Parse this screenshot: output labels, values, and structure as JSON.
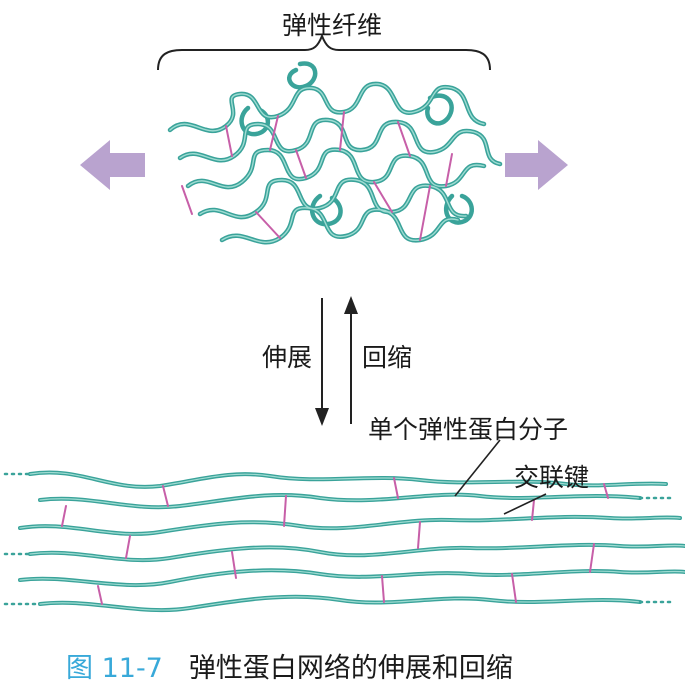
{
  "labels": {
    "top_title": "弹性纤维",
    "stretch": "伸展",
    "recoil": "回缩",
    "single_molecule": "单个弹性蛋白分子",
    "crosslink": "交联键"
  },
  "caption": {
    "number": "图 11-7",
    "text": "弹性蛋白网络的伸展和回缩"
  },
  "colors": {
    "fiber": "#3aa39a",
    "fiber_highlight": "#9fdcd2",
    "crosslink": "#c75fa8",
    "arrow": "#b9a3cf",
    "line": "#222222",
    "caption_number": "#38a9d9"
  }
}
